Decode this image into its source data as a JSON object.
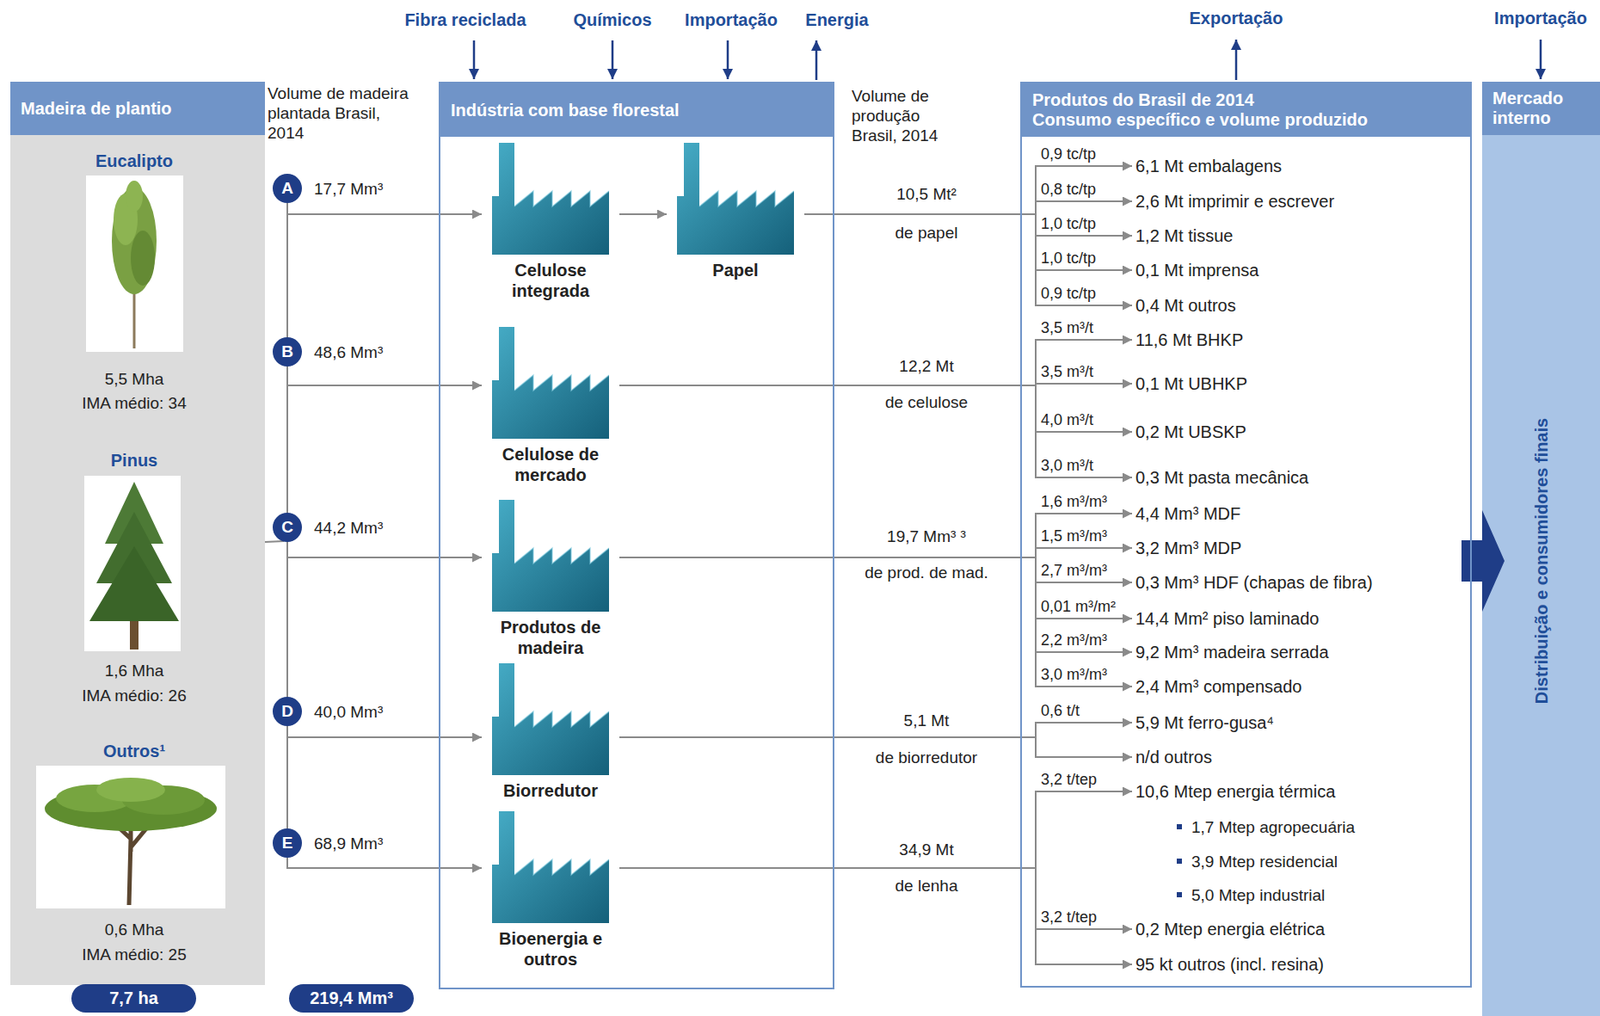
{
  "diagram": {
    "nodes": [
      {
        "text": [
          "Madeira de plantio"
        ]
      },
      {
        "text": [
          "A"
        ]
      },
      {
        "text": [
          "B"
        ]
      },
      {
        "text": [
          "C"
        ]
      },
      {
        "text": [
          "D"
        ]
      },
      {
        "text": [
          "E"
        ]
      },
      {
        "text": [
          "Indústria com base florestal"
        ]
      },
      {
        "text": [
          "Celulose integrada"
        ],
        "in": 6
      },
      {
        "text": [
          "Papel"
        ],
        "in": 6
      },
      {
        "text": [
          "Celulose de mercado"
        ],
        "in": 6
      },
      {
        "text": [
          "Produtos de madeira"
        ],
        "in": 6
      },
      {
        "text": [
          "Biorredutor"
        ],
        "in": 6
      },
      {
        "text": [
          "Bioenergia e outros"
        ],
        "in": 6
      },
      {
        "text": [
          "Produtos do Brasil de 2014",
          "Consumo específico e volume produzido"
        ]
      },
      {
        "text": [
          "6,1 Mt embalagens"
        ],
        "in": 13
      },
      {
        "text": [
          "2,6 Mt imprimir e escrever"
        ],
        "in": 13
      },
      {
        "text": [
          "1,2 Mt tissue"
        ],
        "in": 13
      },
      {
        "text": [
          "0,1 Mt imprensa"
        ],
        "in": 13
      },
      {
        "text": [
          "0,4 Mt outros"
        ],
        "in": 13
      },
      {
        "text": [
          "11,6 Mt BHKP"
        ],
        "in": 13
      },
      {
        "text": [
          "0,1 Mt UBHKP"
        ],
        "in": 13
      },
      {
        "text": [
          "0,2 Mt UBSKP"
        ],
        "in": 13
      },
      {
        "text": [
          "0,3 Mt pasta mecânica"
        ],
        "in": 13
      },
      {
        "text": [
          "4,4 Mm³ MDF"
        ],
        "in": 13
      },
      {
        "text": [
          "3,2 Mm³ MDP"
        ],
        "in": 13
      },
      {
        "text": [
          "0,3 Mm³ HDF (chapas de fibra)"
        ],
        "in": 13
      },
      {
        "text": [
          "14,4 Mm² piso laminado"
        ],
        "in": 13
      },
      {
        "text": [
          "9,2 Mm³ madeira serrada"
        ],
        "in": 13
      },
      {
        "text": [
          "2,4 Mm³ compensado"
        ],
        "in": 13
      },
      {
        "text": [
          "5,9 Mt ferro-gusa⁴"
        ],
        "in": 13
      },
      {
        "text": [
          "n/d outros"
        ],
        "in": 13
      },
      {
        "text": [
          "10,6 Mtep energia térmica"
        ],
        "in": 13
      },
      {
        "text": [
          "0,2 Mtep energia elétrica"
        ],
        "in": 13
      },
      {
        "text": [
          "95 kt outros (incl. resina)"
        ],
        "in": 13
      },
      {
        "text": [
          "Mercado interno",
          "Distribuição e consumidores finais"
        ]
      },
      {
        "text": [
          "7,7 ha"
        ]
      },
      {
        "text": [
          "219,4 Mm³"
        ]
      }
    ],
    "edges": [
      {
        "from": 0,
        "to": 3,
        "arrow": "none"
      },
      {
        "from": 1,
        "to": 7,
        "label": "17,7 Mm³",
        "arrow": "to"
      },
      {
        "from": 2,
        "to": 9,
        "label": "48,6 Mm³",
        "arrow": "to"
      },
      {
        "from": 3,
        "to": 10,
        "label": "44,2 Mm³",
        "arrow": "to"
      },
      {
        "from": 4,
        "to": 11,
        "label": "40,0 Mm³",
        "arrow": "to"
      },
      {
        "from": 5,
        "to": 12,
        "label": "68,9 Mm³",
        "arrow": "to"
      },
      {
        "from": 7,
        "to": 8,
        "arrow": "to"
      },
      {
        "from": 8,
        "to": 14,
        "label": "0,9 tc/tp",
        "arrow": "to"
      },
      {
        "from": 8,
        "to": 15,
        "label": "0,8 tc/tp",
        "arrow": "to"
      },
      {
        "from": 8,
        "to": 16,
        "label": "1,0 tc/tp",
        "arrow": "to"
      },
      {
        "from": 8,
        "to": 17,
        "label": "1,0 tc/tp",
        "arrow": "to"
      },
      {
        "from": 8,
        "to": 18,
        "label": "0,9 tc/tp",
        "arrow": "to"
      },
      {
        "from": 9,
        "to": 19,
        "label": "3,5 m³/t",
        "arrow": "to"
      },
      {
        "from": 9,
        "to": 20,
        "label": "3,5 m³/t",
        "arrow": "to"
      },
      {
        "from": 9,
        "to": 21,
        "label": "4,0 m³/t",
        "arrow": "to"
      },
      {
        "from": 9,
        "to": 22,
        "label": "3,0 m³/t",
        "arrow": "to"
      },
      {
        "from": 10,
        "to": 23,
        "label": "1,6 m³/m³",
        "arrow": "to"
      },
      {
        "from": 10,
        "to": 24,
        "label": "1,5 m³/m³",
        "arrow": "to"
      },
      {
        "from": 10,
        "to": 25,
        "label": "2,7 m³/m³",
        "arrow": "to"
      },
      {
        "from": 10,
        "to": 26,
        "label": "0,01 m³/m²",
        "arrow": "to"
      },
      {
        "from": 10,
        "to": 27,
        "label": "2,2 m³/m³",
        "arrow": "to"
      },
      {
        "from": 10,
        "to": 28,
        "label": "3,0 m³/m³",
        "arrow": "to"
      },
      {
        "from": 11,
        "to": 29,
        "label": "0,6 t/t",
        "arrow": "to"
      },
      {
        "from": 11,
        "to": 30,
        "arrow": "to"
      },
      {
        "from": 12,
        "to": 31,
        "label": "3,2 t/tep",
        "arrow": "to"
      },
      {
        "from": 12,
        "to": 32,
        "label": "3,2 t/tep",
        "arrow": "to"
      },
      {
        "from": 12,
        "to": 33,
        "arrow": "to"
      },
      {
        "from": 13,
        "to": 34,
        "arrow": "to"
      }
    ],
    "labels": [
      "Volume de madeira plantada Brasil, 2014",
      "Eucalipto",
      "5,5 Mha",
      "IMA médio: 34",
      "Pinus",
      "1,6 Mha",
      "IMA médio: 26",
      "Outros¹",
      "0,6 Mha",
      "IMA médio: 25",
      "Fibra reciclada",
      "Químicos",
      "Importação",
      "Energia",
      "Volume de produção Brasil, 2014",
      "10,5 Mt²",
      "de papel",
      "12,2 Mt",
      "de celulose",
      "19,7 Mm³ ³",
      "de prod. de mad.",
      "5,1 Mt",
      "de biorredutor",
      "34,9 Mt",
      "de lenha",
      "Exportação",
      "Importação",
      "1,7 Mtep agropecuária",
      "3,9 Mtep residencial",
      "5,0 Mtep industrial"
    ]
  }
}
